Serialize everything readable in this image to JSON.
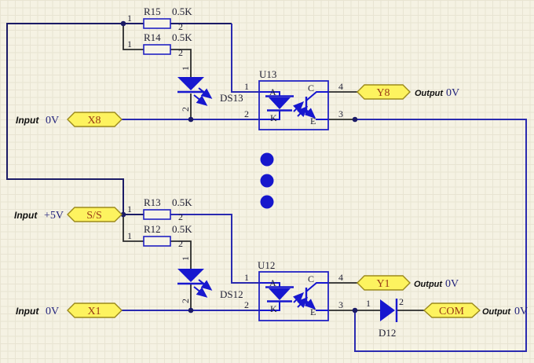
{
  "colors": {
    "wire_blue": "#2a2ab0",
    "wire_navy": "#1b1b66",
    "symbol_blue": "#1717cf",
    "port_fill": "#fdf35f",
    "port_border": "#9c8a1c",
    "port_text": "#983917",
    "voltage_text": "#23237c",
    "label_text": "#1f1f33",
    "background": "#f5f2e3",
    "grid_line": "#e8e4d2"
  },
  "inputs": {
    "x8": {
      "label": "Input",
      "voltage": "0V",
      "port": "X8"
    },
    "ss": {
      "label": "Input",
      "voltage": "+5V",
      "port": "S/S"
    },
    "x1": {
      "label": "Input",
      "voltage": "0V",
      "port": "X1"
    }
  },
  "outputs": {
    "y8": {
      "label": "Output",
      "voltage": "0V",
      "port": "Y8"
    },
    "y1": {
      "label": "Output",
      "voltage": "0V",
      "port": "Y1"
    },
    "com": {
      "label": "Output",
      "voltage": "0V",
      "port": "COM"
    }
  },
  "resistors": {
    "r15": {
      "designator": "R15",
      "value": "0.5K",
      "pin1": "1",
      "pin2": "2"
    },
    "r14": {
      "designator": "R14",
      "value": "0.5K",
      "pin1": "1",
      "pin2": "2"
    },
    "r13": {
      "designator": "R13",
      "value": "0.5K",
      "pin1": "1",
      "pin2": "2"
    },
    "r12": {
      "designator": "R12",
      "value": "0.5K",
      "pin1": "1",
      "pin2": "2"
    }
  },
  "leds": {
    "ds13": {
      "designator": "DS13",
      "pin1": "1",
      "pin2": "2"
    },
    "ds12": {
      "designator": "DS12",
      "pin1": "1",
      "pin2": "2"
    }
  },
  "optocouplers": {
    "u13": {
      "designator": "U13",
      "pin1": "1",
      "pin2": "2",
      "pin3": "3",
      "pin4": "4",
      "anode": "A",
      "cathode": "K",
      "collector": "C",
      "emitter": "E"
    },
    "u12": {
      "designator": "U12",
      "pin1": "1",
      "pin2": "2",
      "pin3": "3",
      "pin4": "4",
      "anode": "A",
      "cathode": "K",
      "collector": "C",
      "emitter": "E"
    }
  },
  "diodes": {
    "d12": {
      "designator": "D12",
      "pin1": "1",
      "pin2": "2"
    }
  }
}
